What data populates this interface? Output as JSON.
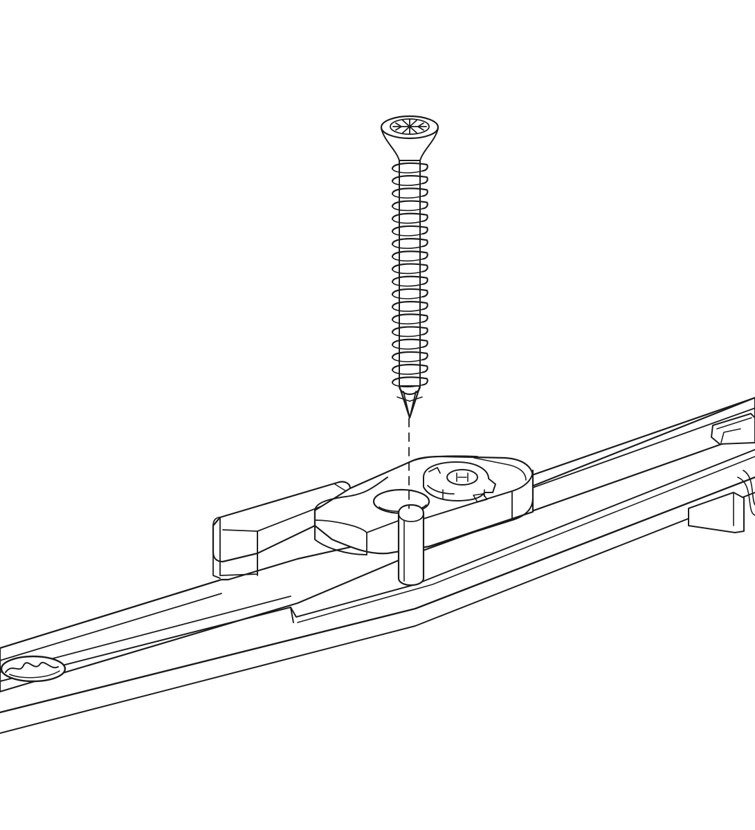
{
  "figure": {
    "background": "#ffffff",
    "line_color": "#1a1a1a",
    "fill_color": "#ffffff",
    "parts": [
      {
        "id": "screw",
        "kind": "countersunk-wood-screw",
        "drive": "pozidriv"
      },
      {
        "id": "keep",
        "kind": "locking-keep-with-eccentric-cam"
      },
      {
        "id": "rail",
        "kind": "espagnolette-faceplate-rail"
      }
    ],
    "assembly_guide": "dashed-axis-line"
  }
}
